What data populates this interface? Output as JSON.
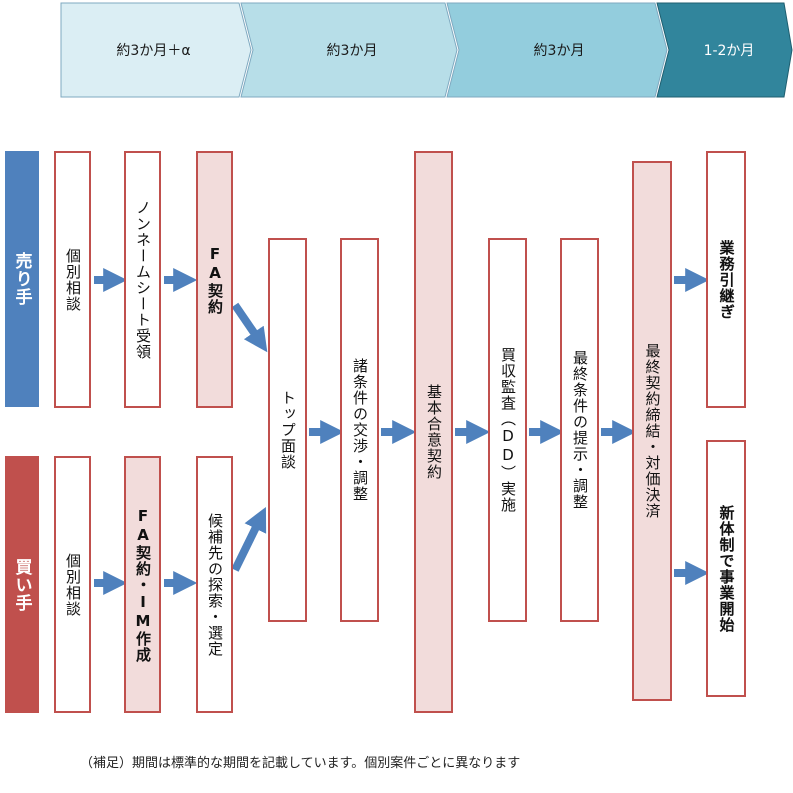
{
  "phases": [
    {
      "label": "約3か月＋α",
      "color": "#dbeef4"
    },
    {
      "label": "約3か月",
      "color": "#b7dee8"
    },
    {
      "label": "約3か月",
      "color": "#93cddd"
    },
    {
      "label": "1-2か月",
      "color": "#31859c"
    }
  ],
  "sides": {
    "seller": {
      "label": "売り手",
      "color": "#4f81bd"
    },
    "buyer": {
      "label": "買い手",
      "color": "#c0504d"
    }
  },
  "steps": {
    "seller_individual_meeting": "個別相談",
    "nonname_sheet": "ノンネームシート受領",
    "seller_fa_contract": "FA契約",
    "buyer_individual_meeting": "個別相談",
    "buyer_fa_contract": "FA契約・IM作成",
    "candidate_search": "候補先の探索・選定",
    "top_meeting": "トップ面談",
    "negotiation": "諸条件の交渉・調整",
    "basic_agreement": "基本合意契約",
    "due_diligence": "買収監査（DD）実施",
    "final_terms": "最終条件の提示・調整",
    "final_contract": "最終契約締結・対価決済",
    "handover": "業務引継ぎ",
    "new_business": "新体制で事業開始"
  },
  "footnote": "（補足）期間は標準的な期間を記載しています。個別案件ごとに異なります"
}
